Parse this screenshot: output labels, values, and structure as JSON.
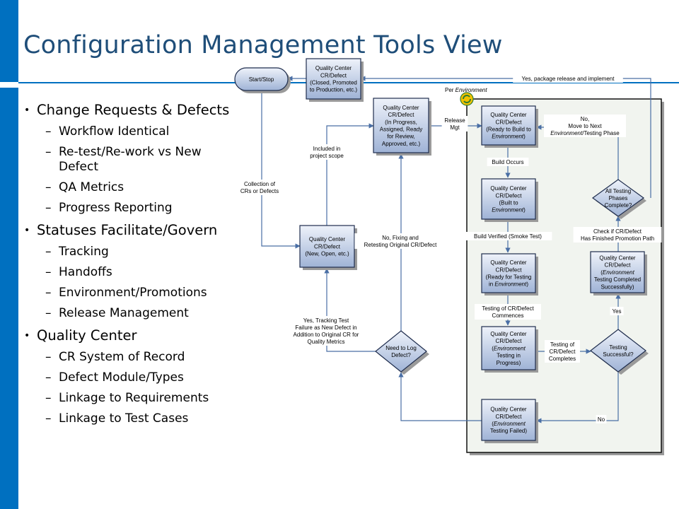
{
  "slide": {
    "title": "Configuration Management Tools View",
    "bullets": [
      {
        "text": "Change Requests & Defects",
        "subs": [
          "Workflow Identical",
          "Re-test/Re-work vs New Defect",
          "QA Metrics",
          "Progress Reporting"
        ]
      },
      {
        "text": "Statuses Facilitate/Govern",
        "subs": [
          "Tracking",
          "Handoffs",
          "Environment/Promotions",
          "Release Management"
        ]
      },
      {
        "text": "Quality Center",
        "subs": [
          "CR System of Record",
          "Defect Module/Types",
          "Linkage to Requirements",
          "Linkage to Test Cases"
        ]
      }
    ]
  },
  "flow": {
    "start": "Start/Stop",
    "per_env": [
      "Per ",
      "Environment"
    ],
    "nodes": {
      "closed": [
        "Quality Center",
        "CR/Defect",
        "(Closed, Promoted",
        "to Production, etc.)"
      ],
      "in_progress": [
        "Quality Center",
        "CR/Defect",
        "(In Progress,",
        "Assigned, Ready",
        "for Review,",
        "Approved, etc.)"
      ],
      "new_open": [
        "Quality Center",
        "CR/Defect",
        "(New, Open, etc.)"
      ],
      "ready_build": [
        "Quality Center",
        "CR/Defect",
        "(Ready to Build to",
        "Environment)"
      ],
      "built": [
        "Quality Center",
        "CR/Defect",
        "(Built to",
        "Environment)"
      ],
      "ready_test": [
        "Quality Center",
        "CR/Defect",
        "(Ready for Testing",
        "in Environment)"
      ],
      "testing": [
        "Quality Center",
        "CR/Defect",
        "(Environment",
        "Testing in",
        "Progress)"
      ],
      "failed": [
        "Quality Center",
        "CR/Defect",
        "(Environment",
        "Testing Failed)"
      ],
      "completed": [
        "Quality Center",
        "CR/Defect",
        "(Environment",
        "Testing Completed",
        "Successfully)"
      ]
    },
    "decisions": {
      "need_log": [
        "Need to Log",
        "Defect?"
      ],
      "test_success": [
        "Testing",
        "Successful?"
      ],
      "all_phases": [
        "All Testing",
        "Phases",
        "Complete?"
      ]
    },
    "labels": {
      "package": "Yes, package release and implement",
      "collection": [
        "Collection of",
        "CRs or Defects"
      ],
      "scope": [
        "Included in",
        "project scope"
      ],
      "release": [
        "Release",
        "Mgt"
      ],
      "no_move": [
        "No,",
        "Move to Next",
        "Environment/Testing Phase"
      ],
      "build_occurs": "Build Occurs",
      "build_verified": "Build Verified (Smoke Test)",
      "check": [
        "Check if CR/Defect",
        "Has Finished Promotion Path"
      ],
      "no_fixing": [
        "No, Fixing and",
        "Retesting Original CR/Defect"
      ],
      "testing_commences": [
        "Testing of CR/Defect",
        "Commences"
      ],
      "yes": "Yes",
      "yes_tracking": [
        "Yes, Tracking Test",
        "Failure as New Defect in",
        "Addition to Original CR for",
        "Quality Metrics"
      ],
      "completes": [
        "Testing of",
        "CR/Defect",
        "Completes"
      ],
      "no": "No"
    }
  }
}
